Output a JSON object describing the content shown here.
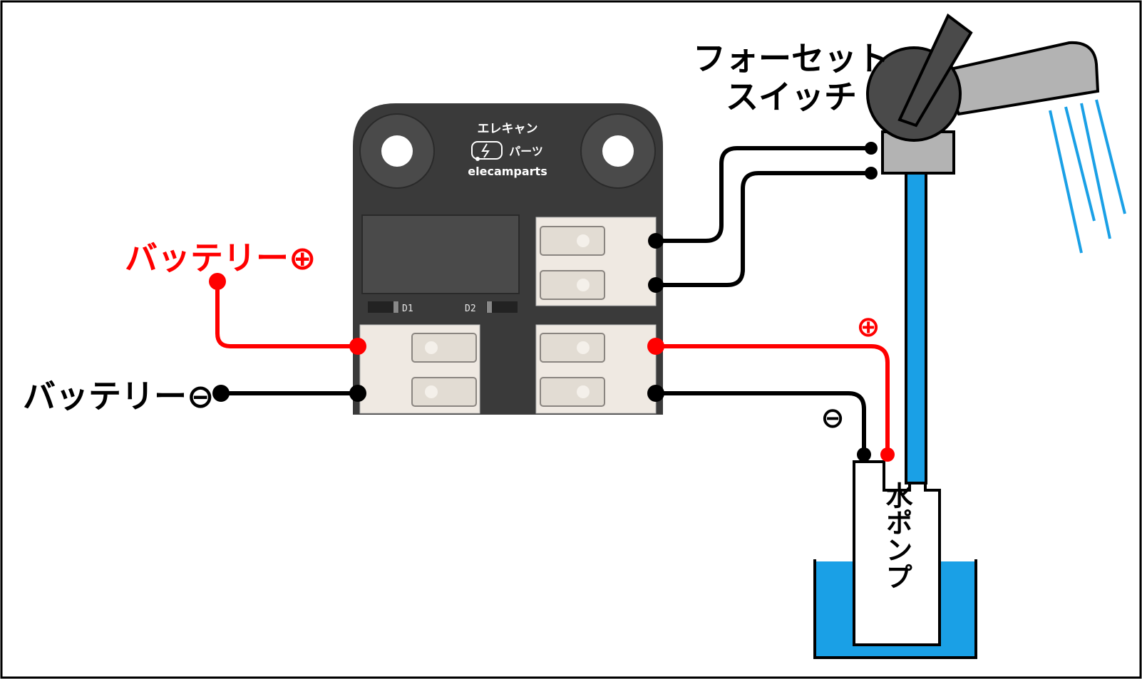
{
  "labels": {
    "battery_plus": "バッテリー⊕",
    "battery_minus": "バッテリー⊖",
    "faucet_switch_line1": "フォーセット",
    "faucet_switch_line2": "スイッチ",
    "pump": "水ポンプ",
    "pump_plus": "⊕",
    "pump_minus": "⊖"
  },
  "board": {
    "logo_line1": "エレキャン",
    "logo_line2": "パーツ",
    "logo_line3": "elecamparts",
    "diode1": "D1",
    "diode2": "D2"
  },
  "colors": {
    "positive_wire": "#ff0000",
    "negative_wire": "#000000",
    "water": "#1aa0e6",
    "board": "#3a3a3a",
    "connector": "#efe9e2",
    "faucet_body": "#b3b3b3",
    "faucet_knob": "#4a4a4a"
  }
}
